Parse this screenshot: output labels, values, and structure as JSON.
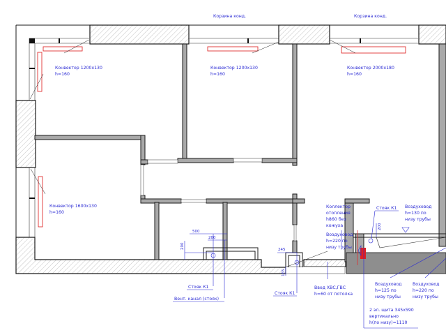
{
  "title": "Floor plan – heating, ventilation and plumbing layout",
  "colors": {
    "annotation": "#2b2bd4",
    "convector": "#e03030",
    "wall_fill": "#a9a9a9",
    "electric_panel": "#e02020",
    "slab_fill": "#8a8a8a"
  },
  "labels": {
    "ac_basket_1": "Корзина конд.",
    "ac_basket_2": "Корзина конд.",
    "convector_1": {
      "line1": "Конвектор 1200x130",
      "line2": "h=160"
    },
    "convector_2": {
      "line1": "Конвектор 1200x130",
      "line2": "h=160"
    },
    "convector_3": {
      "line1": "Конвектор 2000x180",
      "line2": "h=160"
    },
    "convector_4": {
      "line1": "Конвектор 1600x130",
      "line2": "h=160"
    },
    "collector": {
      "line1": "Коллектор",
      "line2": "отопления",
      "line3": "h860 без",
      "line4": "кожуха"
    },
    "duct_220_a": {
      "line1": "Воздуховод",
      "line2": "h=220  по",
      "line3": "низу трубы"
    },
    "duct_130": {
      "line1": "Воздуховод",
      "line2": "h=130  по",
      "line3": "низу трубы"
    },
    "duct_125": {
      "line1": "Воздуховод",
      "line2": "h=125  по",
      "line3": "низу трубы"
    },
    "duct_220_b": {
      "line1": "Воздуховод",
      "line2": "h=220  по",
      "line3": "низу трубы"
    },
    "riser_k1_a": "Стояк К1",
    "vent_channel": "Вент. канал (стояк)",
    "riser_k1_b": "Стояк К1",
    "riser_k1_c": "Стояк К1",
    "water_inlet": {
      "line1": "Ввод ХВС,ГВС",
      "line2": "h=60 от потолка"
    },
    "panel": {
      "line1": "2 эл. щита 345x590",
      "line2": "вертикально",
      "line3": "h(по низу)=1110"
    }
  },
  "dimensions": {
    "d500": "500",
    "d200_a": "200",
    "d200_b": "200",
    "d245": "245",
    "d165": "165",
    "d200_c": "200"
  }
}
